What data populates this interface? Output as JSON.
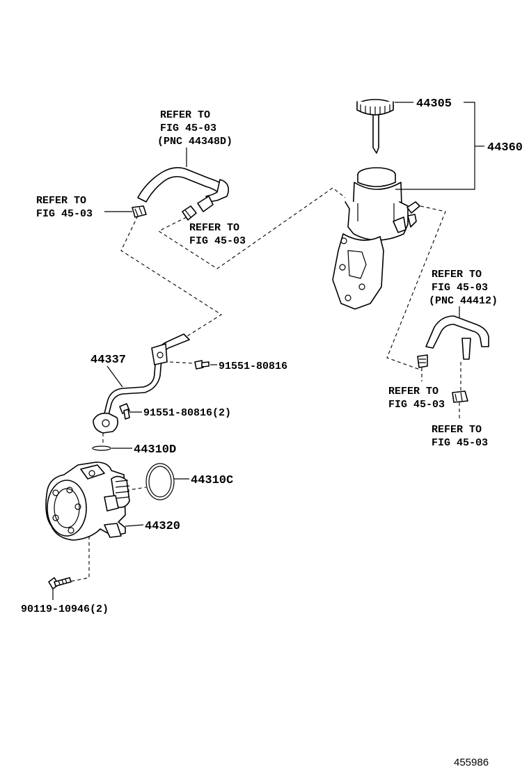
{
  "parts": {
    "cap": "44305",
    "reservoir": "44360",
    "pipe": "44337",
    "bolt_upper": "91551-80816",
    "bolt_lower": "91551-80816(2)",
    "oring_small": "44310D",
    "oring_large": "44310C",
    "pump": "44320",
    "pump_bolt": "90119-10946(2)"
  },
  "refs": {
    "hose_top": [
      "REFER TO",
      "FIG 45-03",
      "(PNC 44348D)"
    ],
    "clamp_left": [
      "REFER TO",
      "FIG 45-03"
    ],
    "clamp_mid": [
      "REFER TO",
      "FIG 45-03"
    ],
    "hose_right": [
      "REFER TO",
      "FIG 45-03",
      "(PNC 44412)"
    ],
    "clamp_right_a": [
      "REFER TO",
      "FIG 45-03"
    ],
    "clamp_right_b": [
      "REFER TO",
      "FIG 45-03"
    ]
  },
  "diagram_id": "455986"
}
